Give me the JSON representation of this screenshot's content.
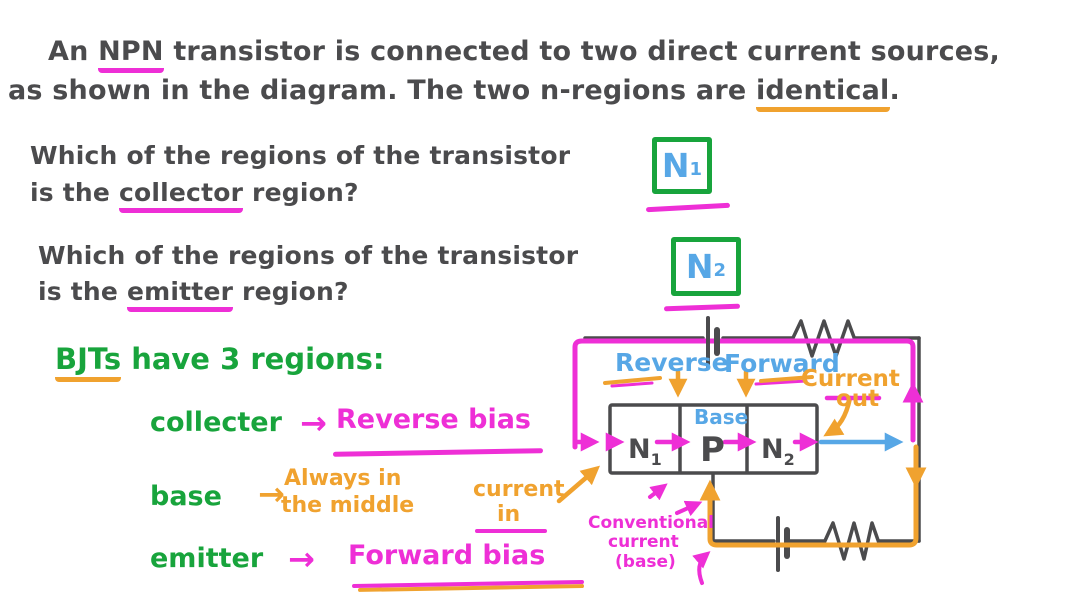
{
  "colors": {
    "ink": "#4b4b4d",
    "magenta": "#ee2fd6",
    "orange": "#f0a22f",
    "green": "#18a43c",
    "blue": "#57a7e6"
  },
  "intro": {
    "l1_pre": "An ",
    "l1_npn": "NPN",
    "l1_post": " transistor is connected to two direct current sources,",
    "l2_pre": "as shown in the diagram. The two n-regions are ",
    "l2_hl": "identical",
    "l2_post": "."
  },
  "q1": {
    "line1": "Which of the regions of the transistor",
    "l2_pre": "is the ",
    "l2_hl": "collector",
    "l2_post": " region?",
    "answer_main": "N",
    "answer_sub": "1"
  },
  "q2": {
    "line1": "Which of the regions of the transistor",
    "l2_pre": "is the ",
    "l2_hl": "emitter",
    "l2_post": " region?",
    "answer_main": "N",
    "answer_sub": "2"
  },
  "notes": {
    "heading_hl": "BJTs",
    "heading_rest": " have 3 regions:",
    "arrow": "→",
    "collector_label": "collecter",
    "collector_value": "Reverse bias",
    "base_label": "base",
    "base_value_l1": "Always in",
    "base_value_l2": "the middle",
    "emitter_label": "emitter",
    "emitter_value": "Forward bias"
  },
  "diagram": {
    "reverse_label": "Reverse",
    "forward_label": "Forward",
    "current_out_l1": "Current",
    "current_out_l2": "out",
    "current_in_l1": "current",
    "current_in_l2": "in",
    "base_label": "Base",
    "n1_main": "N",
    "n1_sub": "1",
    "p_label": "P",
    "n2_main": "N",
    "n2_sub": "2",
    "conventional_l1": "Conventional",
    "conventional_l2": "current",
    "conventional_l3": "(base)"
  }
}
